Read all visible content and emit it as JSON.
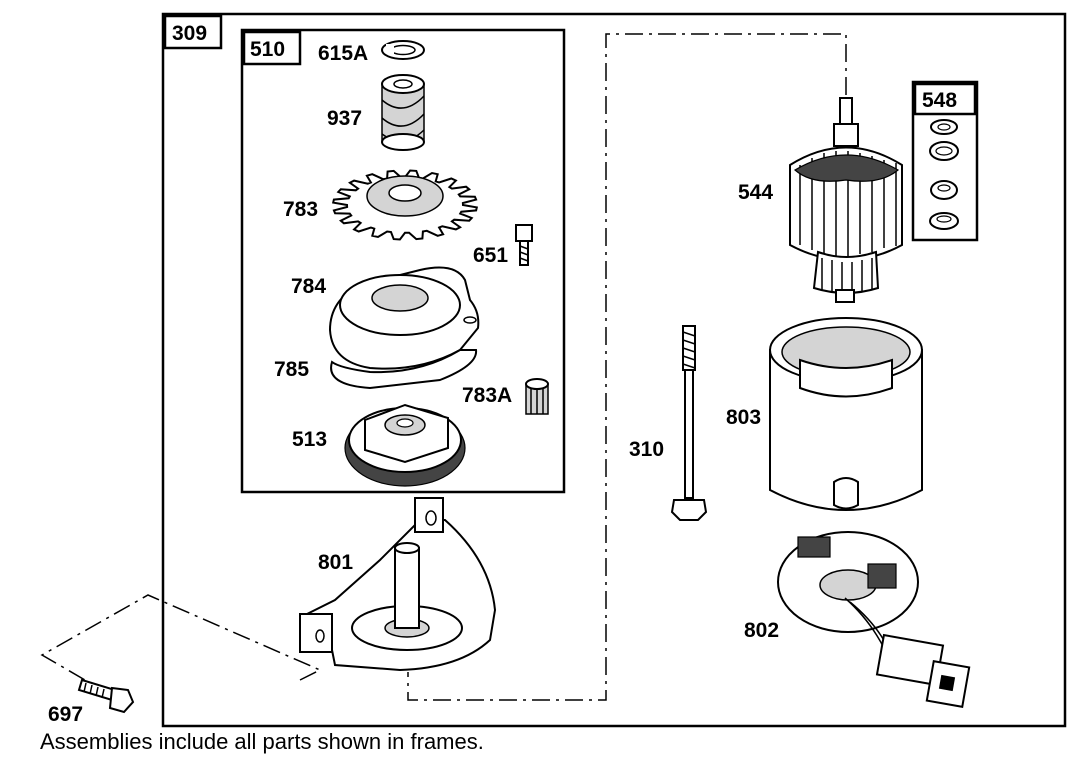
{
  "frames": {
    "outer": "309",
    "gear_kit": "510",
    "washer_kit": "548"
  },
  "parts": {
    "p615A": "615A",
    "p937": "937",
    "p783": "783",
    "p651": "651",
    "p784": "784",
    "p785": "785",
    "p783A": "783A",
    "p513": "513",
    "p801": "801",
    "p697": "697",
    "p544": "544",
    "p310": "310",
    "p803": "803",
    "p802": "802"
  },
  "footnote": "Assemblies include all parts shown in frames."
}
